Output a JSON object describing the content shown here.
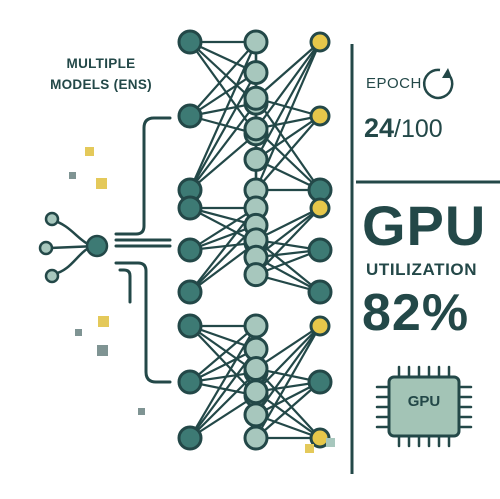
{
  "models_label": [
    "MULTIPLE",
    "MODELS (ENS)"
  ],
  "epoch": {
    "label": "EPOCH",
    "current": "24",
    "total": "/100"
  },
  "gpu": {
    "title": "GPU",
    "utilization_label": "UTILIZATION",
    "percent": "82%",
    "chip_label": "GPU"
  },
  "icons": [
    "refresh-icon",
    "gpu-chip-icon",
    "input-node-icon"
  ],
  "colors": {
    "node_dark": "#3d7a74",
    "node_light": "#a7c7bd",
    "node_output": "#e6c74a",
    "stroke": "#234848",
    "chip_fill": "#a3c4b6",
    "pixel_gold": "#e4c95a",
    "pixel_gray": "#7f9493"
  },
  "networks": [
    {
      "name": "model-1",
      "layers": [
        3,
        4,
        4,
        3
      ],
      "highlighted_outputs": [
        0,
        1
      ]
    },
    {
      "name": "model-2",
      "layers": [
        3,
        3,
        3,
        3
      ],
      "highlighted_outputs": [
        0
      ]
    },
    {
      "name": "model-3",
      "layers": [
        3,
        4,
        4,
        3
      ],
      "highlighted_outputs": [
        0,
        2
      ]
    }
  ]
}
